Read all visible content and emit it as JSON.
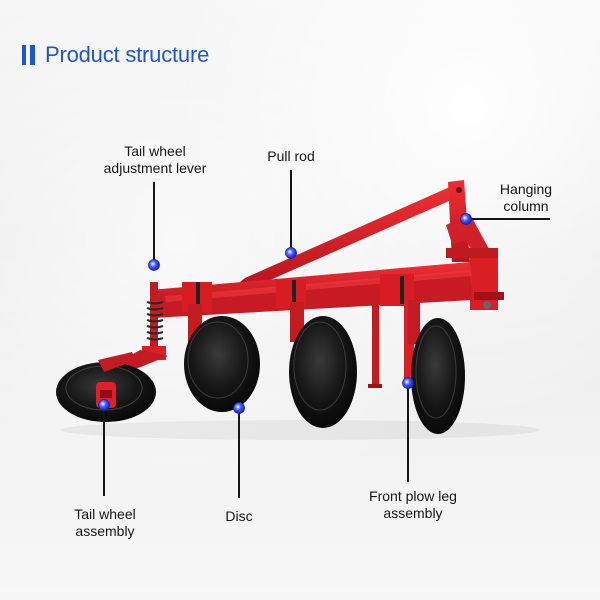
{
  "heading": {
    "title": "Product structure"
  },
  "labels": {
    "tail_wheel_lever_1": "Tail wheel",
    "tail_wheel_lever_2": "adjustment lever",
    "pull_rod": "Pull rod",
    "hanging_column_1": "Hanging",
    "hanging_column_2": "column",
    "tail_wheel_assembly_1": "Tail wheel",
    "tail_wheel_assembly_2": "assembly",
    "disc": "Disc",
    "front_plow_leg_1": "Front plow leg",
    "front_plow_leg_2": "assembly"
  },
  "colors": {
    "accent": "#1f56c8",
    "frame_red": "#d91e25",
    "frame_dark_red": "#9e1218",
    "disc_black": "#141414",
    "marker_blue": "#2b3ee8"
  },
  "icons": [
    "heading-bar-icon",
    "callout-marker-icon"
  ]
}
